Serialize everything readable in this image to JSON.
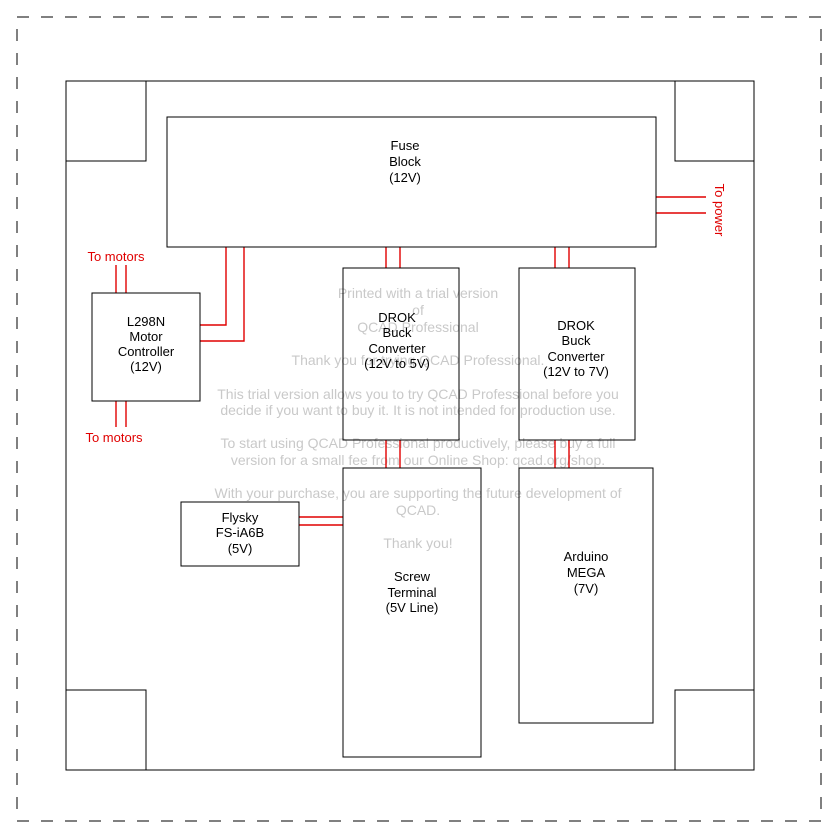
{
  "blocks": {
    "fuse": [
      "Fuse",
      "Block",
      "(12V)"
    ],
    "motor_controller": [
      "L298N",
      "Motor",
      "Controller",
      "(12V)"
    ],
    "buck_5v": [
      "DROK",
      "Buck",
      "Converter",
      "(12V to 5V)"
    ],
    "buck_7v": [
      "DROK",
      "Buck",
      "Converter",
      "(12V to 7V)"
    ],
    "flysky": [
      "Flysky",
      "FS-iA6B",
      "(5V)"
    ],
    "screw_terminal": [
      "Screw",
      "Terminal",
      "(5V Line)"
    ],
    "arduino": [
      "Arduino",
      "MEGA",
      "(7V)"
    ]
  },
  "labels": {
    "motors_top": "To motors",
    "motors_bottom": "To motors",
    "power": "To power"
  },
  "watermark": [
    "Printed with a trial version",
    "of",
    "QCAD Professional",
    "Thank you for trying QCAD Professional.",
    "This trial version allows you to try QCAD Professional before you",
    "decide if you want to buy it. It is not intended for production use.",
    "To start using QCAD Professional productively, please buy a full",
    "version for a small fee from our Online Shop: qcad.org/shop.",
    "With your purchase, you are supporting the future development of",
    "QCAD.",
    "Thank you!"
  ],
  "colors": {
    "wire": "#e00000",
    "outline": "#000000",
    "watermark": "#c9c9c9"
  }
}
